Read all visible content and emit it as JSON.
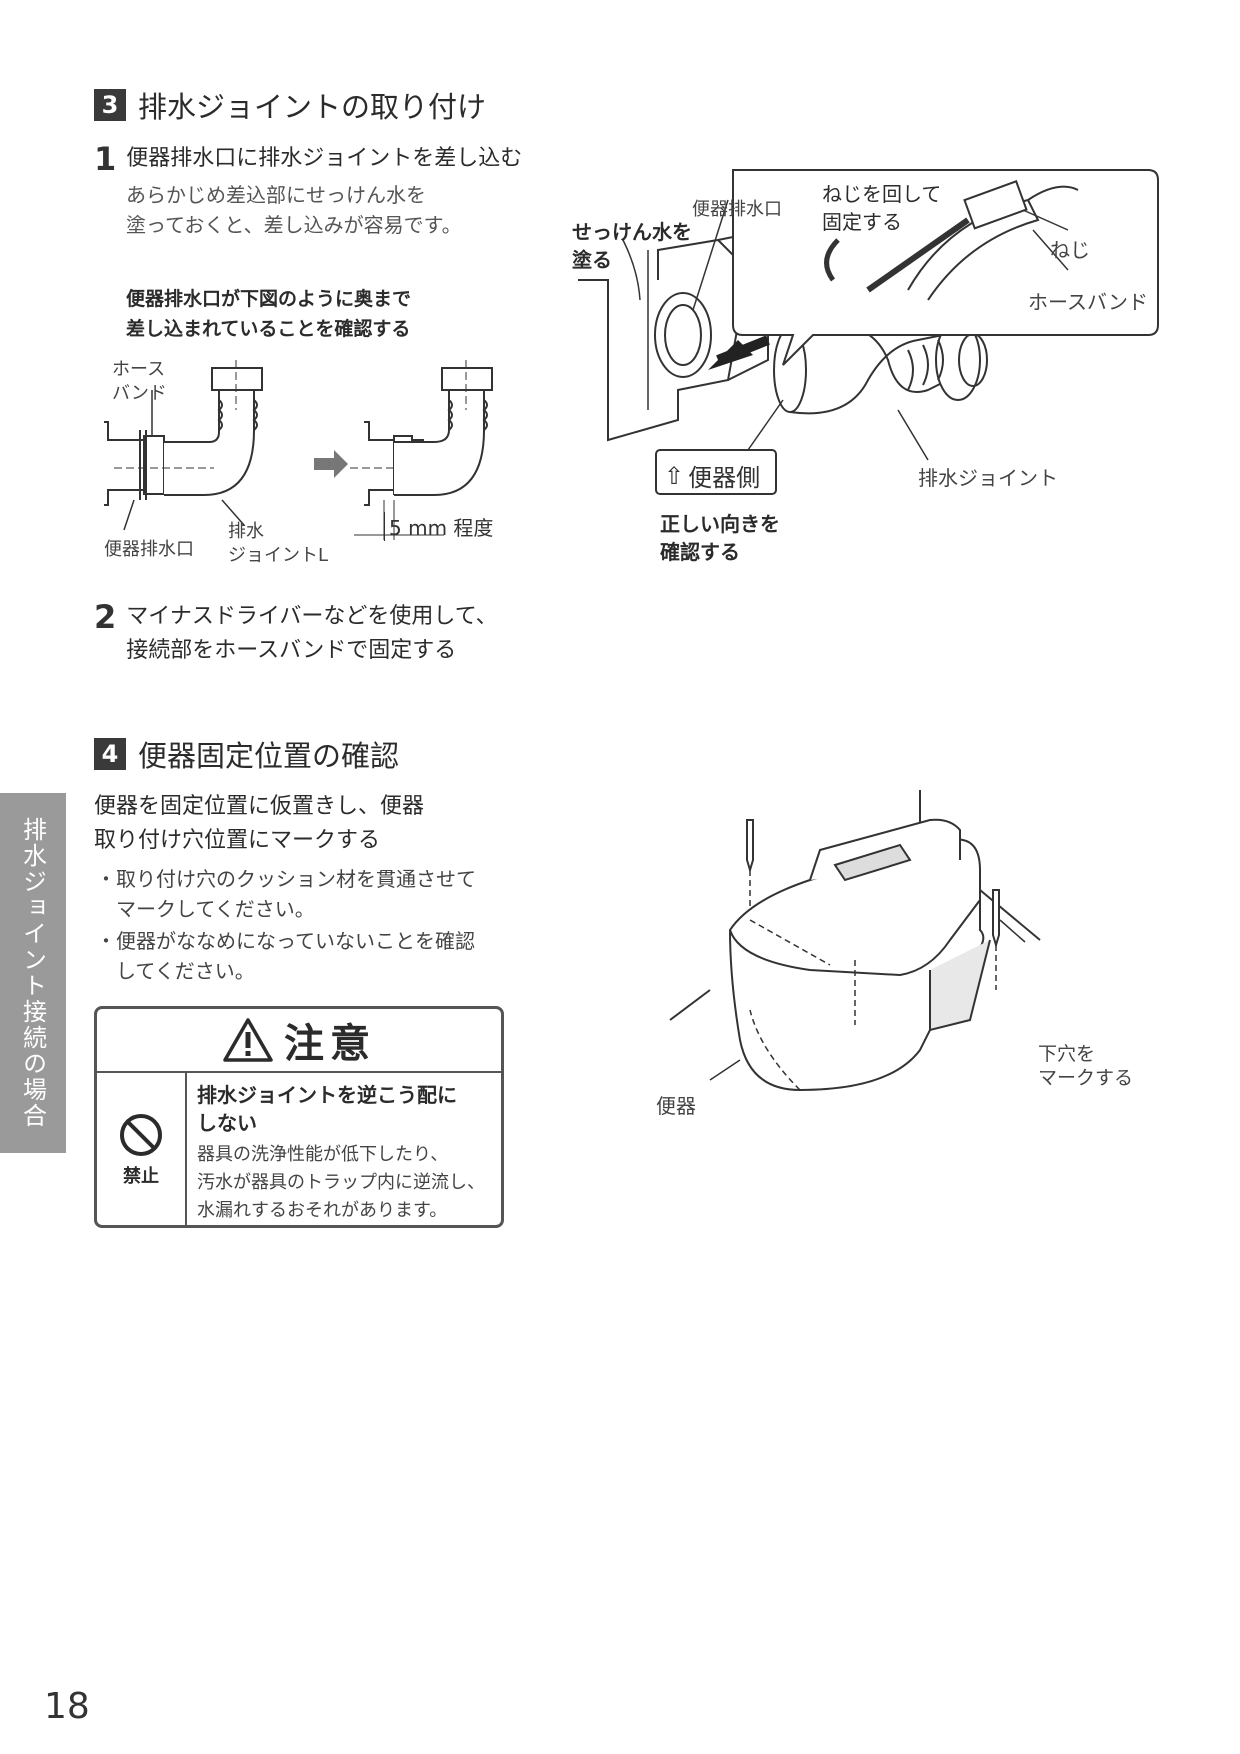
{
  "section3": {
    "number": "3",
    "title": "排水ジョイントの取り付け",
    "step1": {
      "number": "1",
      "title": "便器排水口に排水ジョイントを差し込む",
      "sub_line1": "あらかじめ差込部にせっけん水を",
      "sub_line2": "塗っておくと、差し込みが容易です。",
      "note_line1": "便器排水口が下図のように奥まで",
      "note_line2": "差し込まれていることを確認する"
    },
    "diagram_left": {
      "hose_band_line1": "ホース",
      "hose_band_line2": "バンド",
      "toilet_outlet": "便器排水口",
      "joint_line1": "排水",
      "joint_line2": "ジョイントL",
      "dimension": "5 mm 程度"
    },
    "diagram_right": {
      "soap_line1": "せっけん水を",
      "soap_line2": "塗る",
      "toilet_outlet": "便器排水口",
      "screw_line1": "ねじを回して",
      "screw_line2": "固定する",
      "screw": "ねじ",
      "hose_band": "ホースバンド",
      "toilet_side": "便器側",
      "drain_joint": "排水ジョイント",
      "orientation_line1": "正しい向きを",
      "orientation_line2": "確認する"
    },
    "step2": {
      "number": "2",
      "title_line1": "マイナスドライバーなどを使用して、",
      "title_line2": "接続部をホースバンドで固定する"
    }
  },
  "section4": {
    "number": "4",
    "title": "便器固定位置の確認",
    "main_line1": "便器を固定位置に仮置きし、便器",
    "main_line2": "取り付け穴位置にマークする",
    "bullet1_line1": "・取り付け穴のクッション材を貫通させて",
    "bullet1_line2": "マークしてください。",
    "bullet2_line1": "・便器がななめになっていないことを確認",
    "bullet2_line2": "してください。",
    "diagram": {
      "toilet": "便器",
      "mark_line1": "下穴を",
      "mark_line2": "マークする"
    }
  },
  "caution": {
    "title": "注意",
    "prohibit_label": "禁止",
    "bold_line1": "排水ジョイントを逆こう配に",
    "bold_line2": "しない",
    "text_line1": "器具の洗浄性能が低下したり、",
    "text_line2": "汚水が器具のトラップ内に逆流し、",
    "text_line3": "水漏れするおそれがあります。"
  },
  "side_tab": "排水ジョイント接続の場合",
  "page_number": "18"
}
